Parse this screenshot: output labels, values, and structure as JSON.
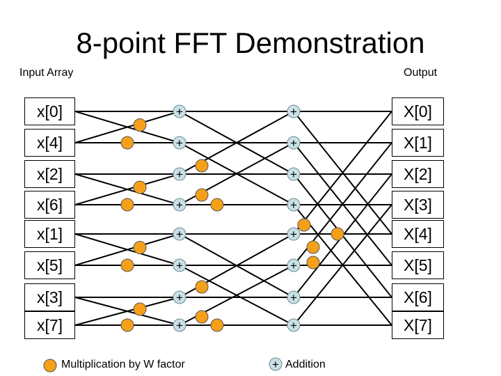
{
  "title": "8-point FFT Demonstration",
  "input_label": "Input Array",
  "output_label": "Output",
  "inputs": [
    "x[0]",
    "x[4]",
    "x[2]",
    "x[6]",
    "x[1]",
    "x[5]",
    "x[3]",
    "x[7]"
  ],
  "outputs": [
    "X[0]",
    "X[1]",
    "X[2]",
    "X[3]",
    "X[4]",
    "X[5]",
    "X[6]",
    "X[7]"
  ],
  "plus_symbol": "+",
  "legend": {
    "multiplication": "Multiplication by W factor",
    "addition": "Addition"
  },
  "colors": {
    "multiplier_fill": "#f5a019",
    "adder_fill": "#c9e0e6",
    "line": "#000000"
  }
}
